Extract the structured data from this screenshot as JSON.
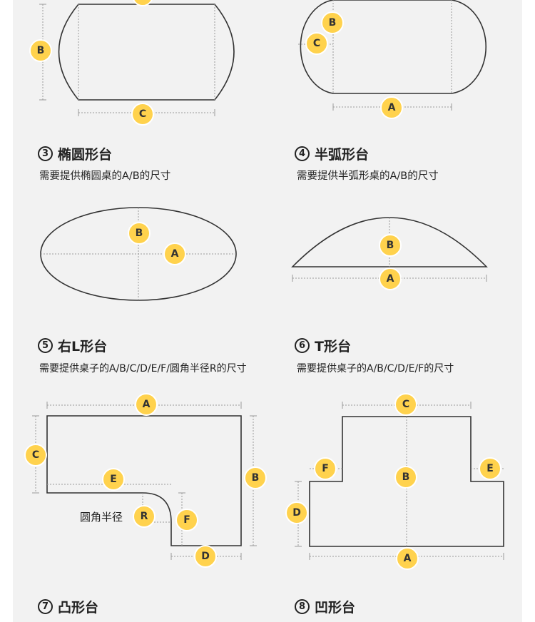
{
  "sections": [
    {
      "num": "3",
      "title": "椭圆形台",
      "desc": "需要提供椭圆桌的A/B的尺寸"
    },
    {
      "num": "4",
      "title": "半弧形台",
      "desc": "需要提供半弧形桌的A/B的尺寸"
    },
    {
      "num": "5",
      "title": "右L形台",
      "desc": "需要提供桌子的A/B/C/D/E/F/圆角半径R的尺寸"
    },
    {
      "num": "6",
      "title": "T形台",
      "desc": "需要提供桌子的A/B/C/D/E/F的尺寸"
    },
    {
      "num": "7",
      "title": "凸形台",
      "desc": ""
    },
    {
      "num": "8",
      "title": "凹形台",
      "desc": ""
    }
  ],
  "badges": {
    "A": "A",
    "B": "B",
    "C": "C",
    "D": "D",
    "E": "E",
    "F": "F",
    "R": "R"
  },
  "notes": {
    "corner_radius": "圆角半径"
  },
  "colors": {
    "badge": "#ffd24d",
    "panel": "#f2f2f2",
    "line": "#333333"
  }
}
